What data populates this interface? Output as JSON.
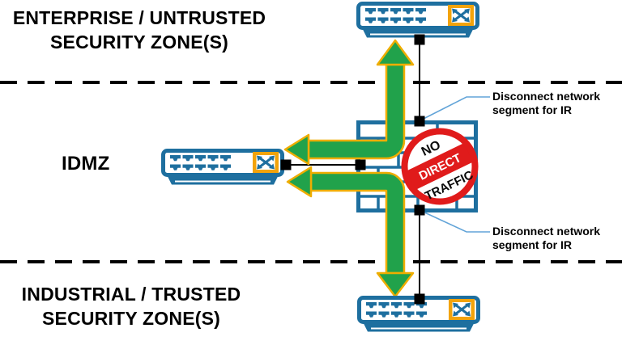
{
  "zones": {
    "enterprise_label": "ENTERPRISE / UNTRUSTED\nSECURITY ZONE(S)",
    "idmz_label": "IDMZ",
    "industrial_label": "INDUSTRIAL / TRUSTED\nSECURITY ZONE(S)"
  },
  "callouts": {
    "top_label": "Disconnect network segment for IR",
    "bottom_label": "Disconnect network segment for IR"
  },
  "prohibition_sign": {
    "line1": "NO",
    "line2": "DIRECT",
    "line3": "TRAFFIC"
  },
  "icons": {
    "switch": "crossed-arrows-icon",
    "firewall": "brick-wall-icon",
    "blocked": "no-entry-sign"
  },
  "colors": {
    "device_blue": "#1E6F9F",
    "icon_orange": "#F2A30B",
    "arrow_green": "#21A24B",
    "arrow_outline_yellow": "#EFAD00",
    "alert_red": "#E01B1B",
    "callout_line_blue": "#62A4D8",
    "line_black": "#000000"
  }
}
